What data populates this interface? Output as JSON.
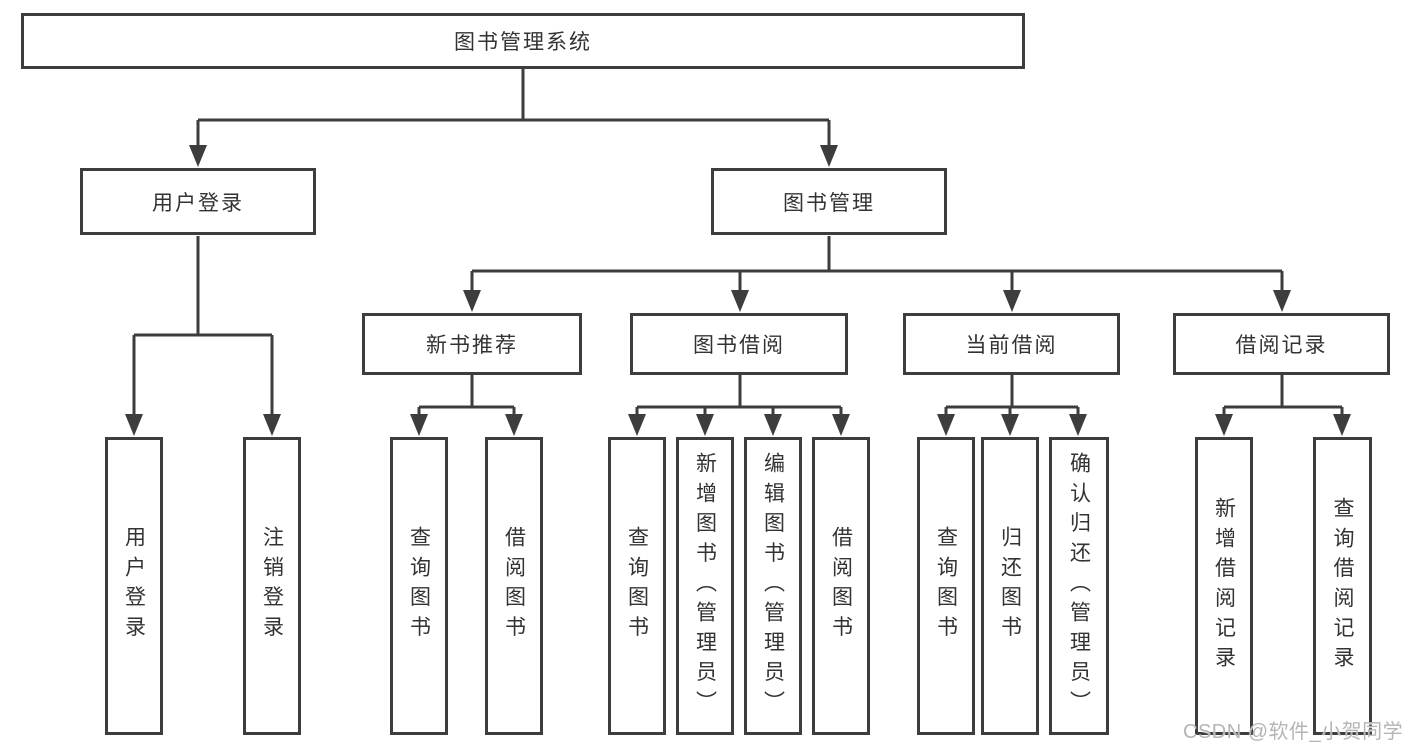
{
  "diagram": {
    "title_node": "图书管理系统",
    "level2": [
      {
        "label": "用户登录"
      },
      {
        "label": "图书管理"
      }
    ],
    "level3": [
      {
        "label": "新书推荐"
      },
      {
        "label": "图书借阅"
      },
      {
        "label": "当前借阅"
      },
      {
        "label": "借阅记录"
      }
    ],
    "leaves": {
      "login": [
        "用户登录",
        "注销登录"
      ],
      "recommend": [
        "查询图书",
        "借阅图书"
      ],
      "borrow": [
        "查询图书",
        "新增图书（管理员）",
        "编辑图书（管理员）",
        "借阅图书"
      ],
      "current": [
        "查询图书",
        "归还图书",
        "确认归还（管理员）"
      ],
      "records": [
        "新增借阅记录",
        "查询借阅记录"
      ]
    }
  },
  "watermark": "CSDN @软件_小贺同学",
  "colors": {
    "line": "#3d3d3d",
    "text": "#333333",
    "background": "#ffffff",
    "watermark": "#b5b5b5"
  }
}
